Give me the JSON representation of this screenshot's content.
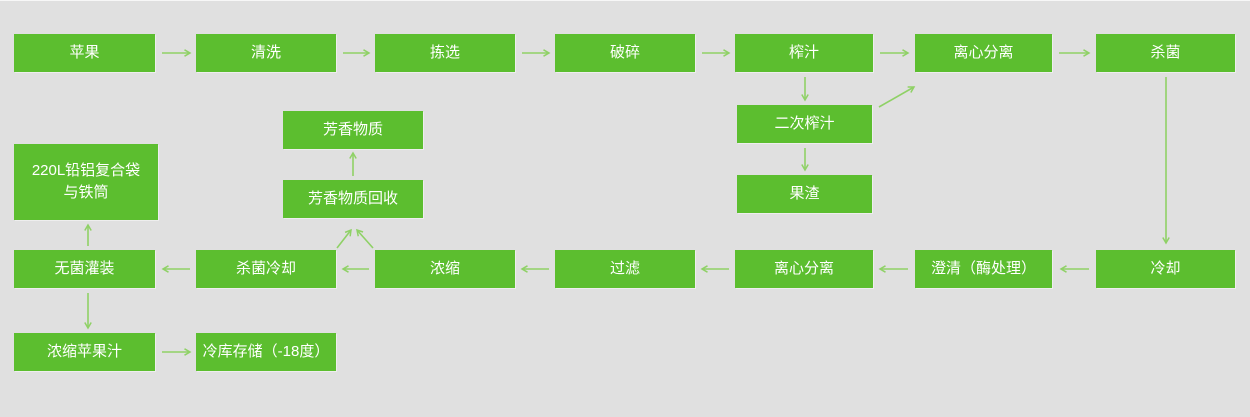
{
  "colors": {
    "background": "#e0e0e0",
    "node_fill": "#5cbe2f",
    "node_text": "#ffffff",
    "arrow": "#8fd166"
  },
  "nodes": {
    "apple": "苹果",
    "washing": "清洗",
    "sorting": "拣选",
    "crushing": "破碎",
    "juicing": "榨汁",
    "centrifugal_separation_1": "离心分离",
    "sterilization": "杀菌",
    "second_juicing": "二次榨汁",
    "pomace": "果渣",
    "aromatic_substance": "芳香物质",
    "aromatic_recovery": "芳香物质回收",
    "bag_drum": "220L铅铝复合袋\n与铁筒",
    "aseptic_filling": "无菌灌装",
    "sterilize_cool": "杀菌冷却",
    "concentration": "浓缩",
    "filtration": "过滤",
    "centrifugal_separation_2": "离心分离",
    "clarification": "澄清（酶处理）",
    "cooling": "冷却",
    "concentrated_apple_juice": "浓缩苹果汁",
    "cold_storage": "冷库存储（-18度）"
  },
  "edges": [
    {
      "from": "apple",
      "to": "washing"
    },
    {
      "from": "washing",
      "to": "sorting"
    },
    {
      "from": "sorting",
      "to": "crushing"
    },
    {
      "from": "crushing",
      "to": "juicing"
    },
    {
      "from": "juicing",
      "to": "centrifugal_separation_1"
    },
    {
      "from": "centrifugal_separation_1",
      "to": "sterilization"
    },
    {
      "from": "juicing",
      "to": "second_juicing"
    },
    {
      "from": "second_juicing",
      "to": "pomace"
    },
    {
      "from": "second_juicing",
      "to": "centrifugal_separation_1"
    },
    {
      "from": "sterilization",
      "to": "cooling"
    },
    {
      "from": "cooling",
      "to": "clarification"
    },
    {
      "from": "clarification",
      "to": "centrifugal_separation_2"
    },
    {
      "from": "centrifugal_separation_2",
      "to": "filtration"
    },
    {
      "from": "filtration",
      "to": "concentration"
    },
    {
      "from": "concentration",
      "to": "sterilize_cool"
    },
    {
      "from": "sterilize_cool",
      "to": "aseptic_filling"
    },
    {
      "from": "concentration",
      "to": "aromatic_recovery"
    },
    {
      "from": "sterilize_cool",
      "to": "aromatic_recovery"
    },
    {
      "from": "aromatic_recovery",
      "to": "aromatic_substance"
    },
    {
      "from": "aseptic_filling",
      "to": "bag_drum"
    },
    {
      "from": "aseptic_filling",
      "to": "concentrated_apple_juice"
    },
    {
      "from": "concentrated_apple_juice",
      "to": "cold_storage"
    }
  ]
}
